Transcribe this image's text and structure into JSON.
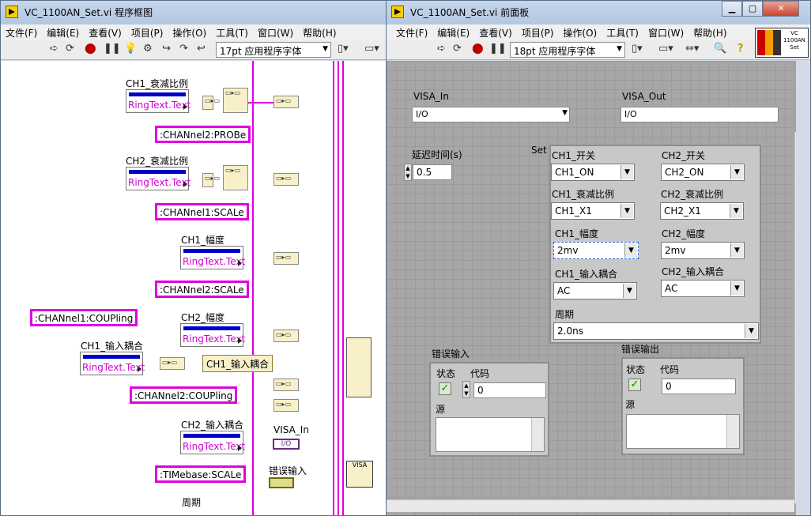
{
  "diagram_window": {
    "title": "VC_1100AN_Set.vi 程序框图",
    "menus": [
      "文件(F)",
      "编辑(E)",
      "查看(V)",
      "项目(P)",
      "操作(O)",
      "工具(T)",
      "窗口(W)",
      "帮助(H)"
    ],
    "font_select": "17pt 应用程序字体",
    "constants": [
      ":CHANnel2:PROBe",
      ":CHANnel1:SCALe",
      ":CHANnel2:SCALe",
      ":CHANnel1:COUPling",
      ":CHANnel2:COUPling",
      ":TIMebase:SCALe"
    ],
    "ring_labels": [
      "CH1_衰减比例",
      "CH2_衰减比例",
      "CH1_幅度",
      "CH2_幅度",
      "CH1_输入耦合",
      "CH2_输入耦合"
    ],
    "ring_text": "RingText.Text",
    "string_const": "CH1_输入耦合",
    "visa_in_label": "VISA_In",
    "visa_terminal": "I/O",
    "error_in_label": "错误输入",
    "period_label_partial": "周期"
  },
  "panel_window": {
    "title": "VC_1100AN_Set.vi 前面板",
    "menus": [
      "文件(F)",
      "编辑(E)",
      "查看(V)",
      "项目(P)",
      "操作(O)",
      "工具(T)",
      "窗口(W)",
      "帮助(H)"
    ],
    "font_select": "18pt 应用程序字体",
    "icon_text": "VC 1100AN Set",
    "visa_in": {
      "label": "VISA_In",
      "value": "I/O"
    },
    "visa_out": {
      "label": "VISA_Out",
      "value": "I/O"
    },
    "delay": {
      "label": "延迟时间(s)",
      "value": "0.5"
    },
    "set_label": "Set",
    "ch1_switch": {
      "label": "CH1_开关",
      "value": "CH1_ON"
    },
    "ch2_switch": {
      "label": "CH2_开关",
      "value": "CH2_ON"
    },
    "ch1_atten": {
      "label": "CH1_衰减比例",
      "value": "CH1_X1"
    },
    "ch2_atten": {
      "label": "CH2_衰减比例",
      "value": "CH2_X1"
    },
    "ch1_amp": {
      "label": "CH1_幅度",
      "value": "2mv"
    },
    "ch2_amp": {
      "label": "CH2_幅度",
      "value": "2mv"
    },
    "ch1_coupling": {
      "label": "CH1_输入耦合",
      "value": "AC"
    },
    "ch2_coupling": {
      "label": "CH2_输入耦合",
      "value": "AC"
    },
    "period": {
      "label": "周期",
      "value": "2.0ns"
    },
    "error_in": {
      "label": "错误输入",
      "status": "状态",
      "code": "代码",
      "code_value": "0",
      "source": "源"
    },
    "error_out": {
      "label": "错误输出",
      "status": "状态",
      "code": "代码",
      "code_value": "0",
      "source": "源"
    }
  }
}
